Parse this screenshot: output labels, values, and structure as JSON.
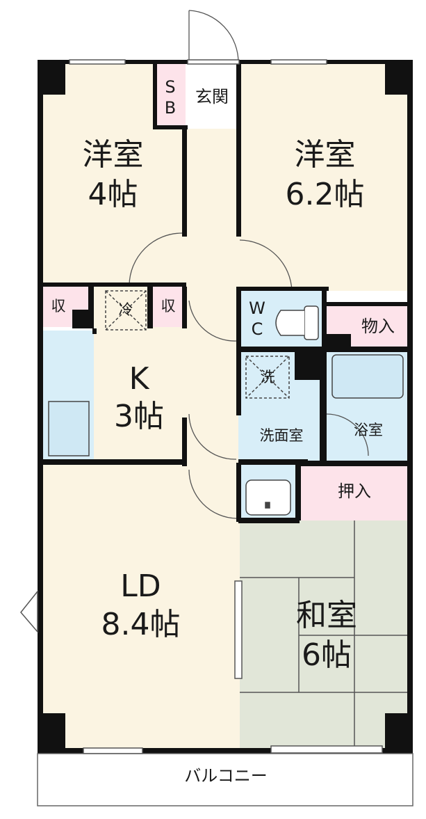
{
  "floor_plan": {
    "rooms": {
      "western_room_small": {
        "name": "洋室",
        "size": "4帖"
      },
      "western_room_large": {
        "name": "洋室",
        "size": "6.2帖"
      },
      "kitchen": {
        "name": "K",
        "size": "3帖"
      },
      "living_dining": {
        "name": "LD",
        "size": "8.4帖"
      },
      "japanese_room": {
        "name": "和室",
        "size": "6帖"
      }
    },
    "labels": {
      "shoe_box_s": "S",
      "shoe_box_b": "B",
      "entrance": "玄関",
      "storage_left": "収",
      "storage_right": "収",
      "refrigerator": "冷",
      "wc_w": "W",
      "wc_c": "C",
      "storeroom": "物入",
      "washer": "洗",
      "washroom": "洗面室",
      "bathroom": "浴室",
      "closet": "押入",
      "balcony": "バルコニー"
    },
    "colors": {
      "room_floor": "#fbf4e2",
      "wet_area": "#d8eef8",
      "storage": "#fde3ea",
      "tatami": "#e1e6d8",
      "wall": "#111111"
    }
  }
}
